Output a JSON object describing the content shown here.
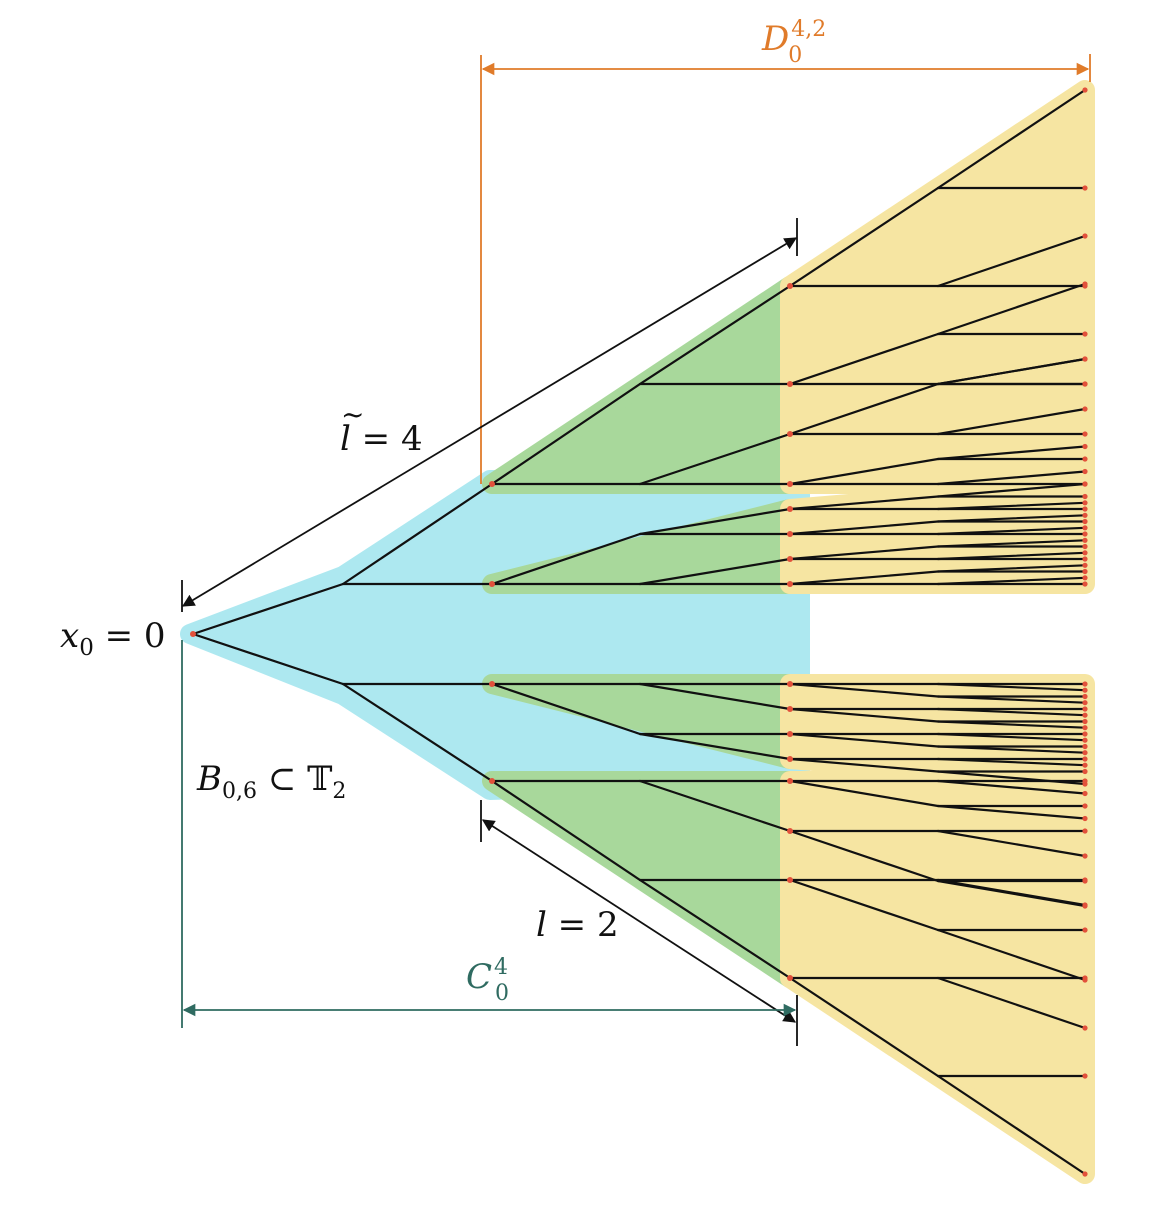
{
  "colors": {
    "region_B": "#ade8f0",
    "region_C": "#a8d89b",
    "region_D": "#f6e5a2",
    "edge": "#111111",
    "node": "#e2513b",
    "orange_annotation": "#e07b2a",
    "teal_annotation": "#2f6b61",
    "black_annotation": "#111111"
  },
  "labels": {
    "root": {
      "var": "x",
      "sub": "0",
      "rest": " = 0"
    },
    "ball": {
      "var": "B",
      "sub": "0,6",
      "rest": " ⊂ 𝕋",
      "sub2": "2"
    },
    "l_tilde": {
      "var": "l",
      "accent": "~",
      "rest": " = 4"
    },
    "l": {
      "var": "l",
      "rest": " = 2"
    },
    "C": {
      "var": "C",
      "sup": "4",
      "sub": "0"
    },
    "D": {
      "var": "D",
      "sup": "4,2",
      "sub": "0"
    }
  },
  "tree": {
    "branching": 2,
    "depth_levels": 6,
    "region_B_levels": [
      0,
      4
    ],
    "region_C_levels": [
      2,
      4
    ],
    "region_D_levels": [
      4,
      6
    ]
  }
}
